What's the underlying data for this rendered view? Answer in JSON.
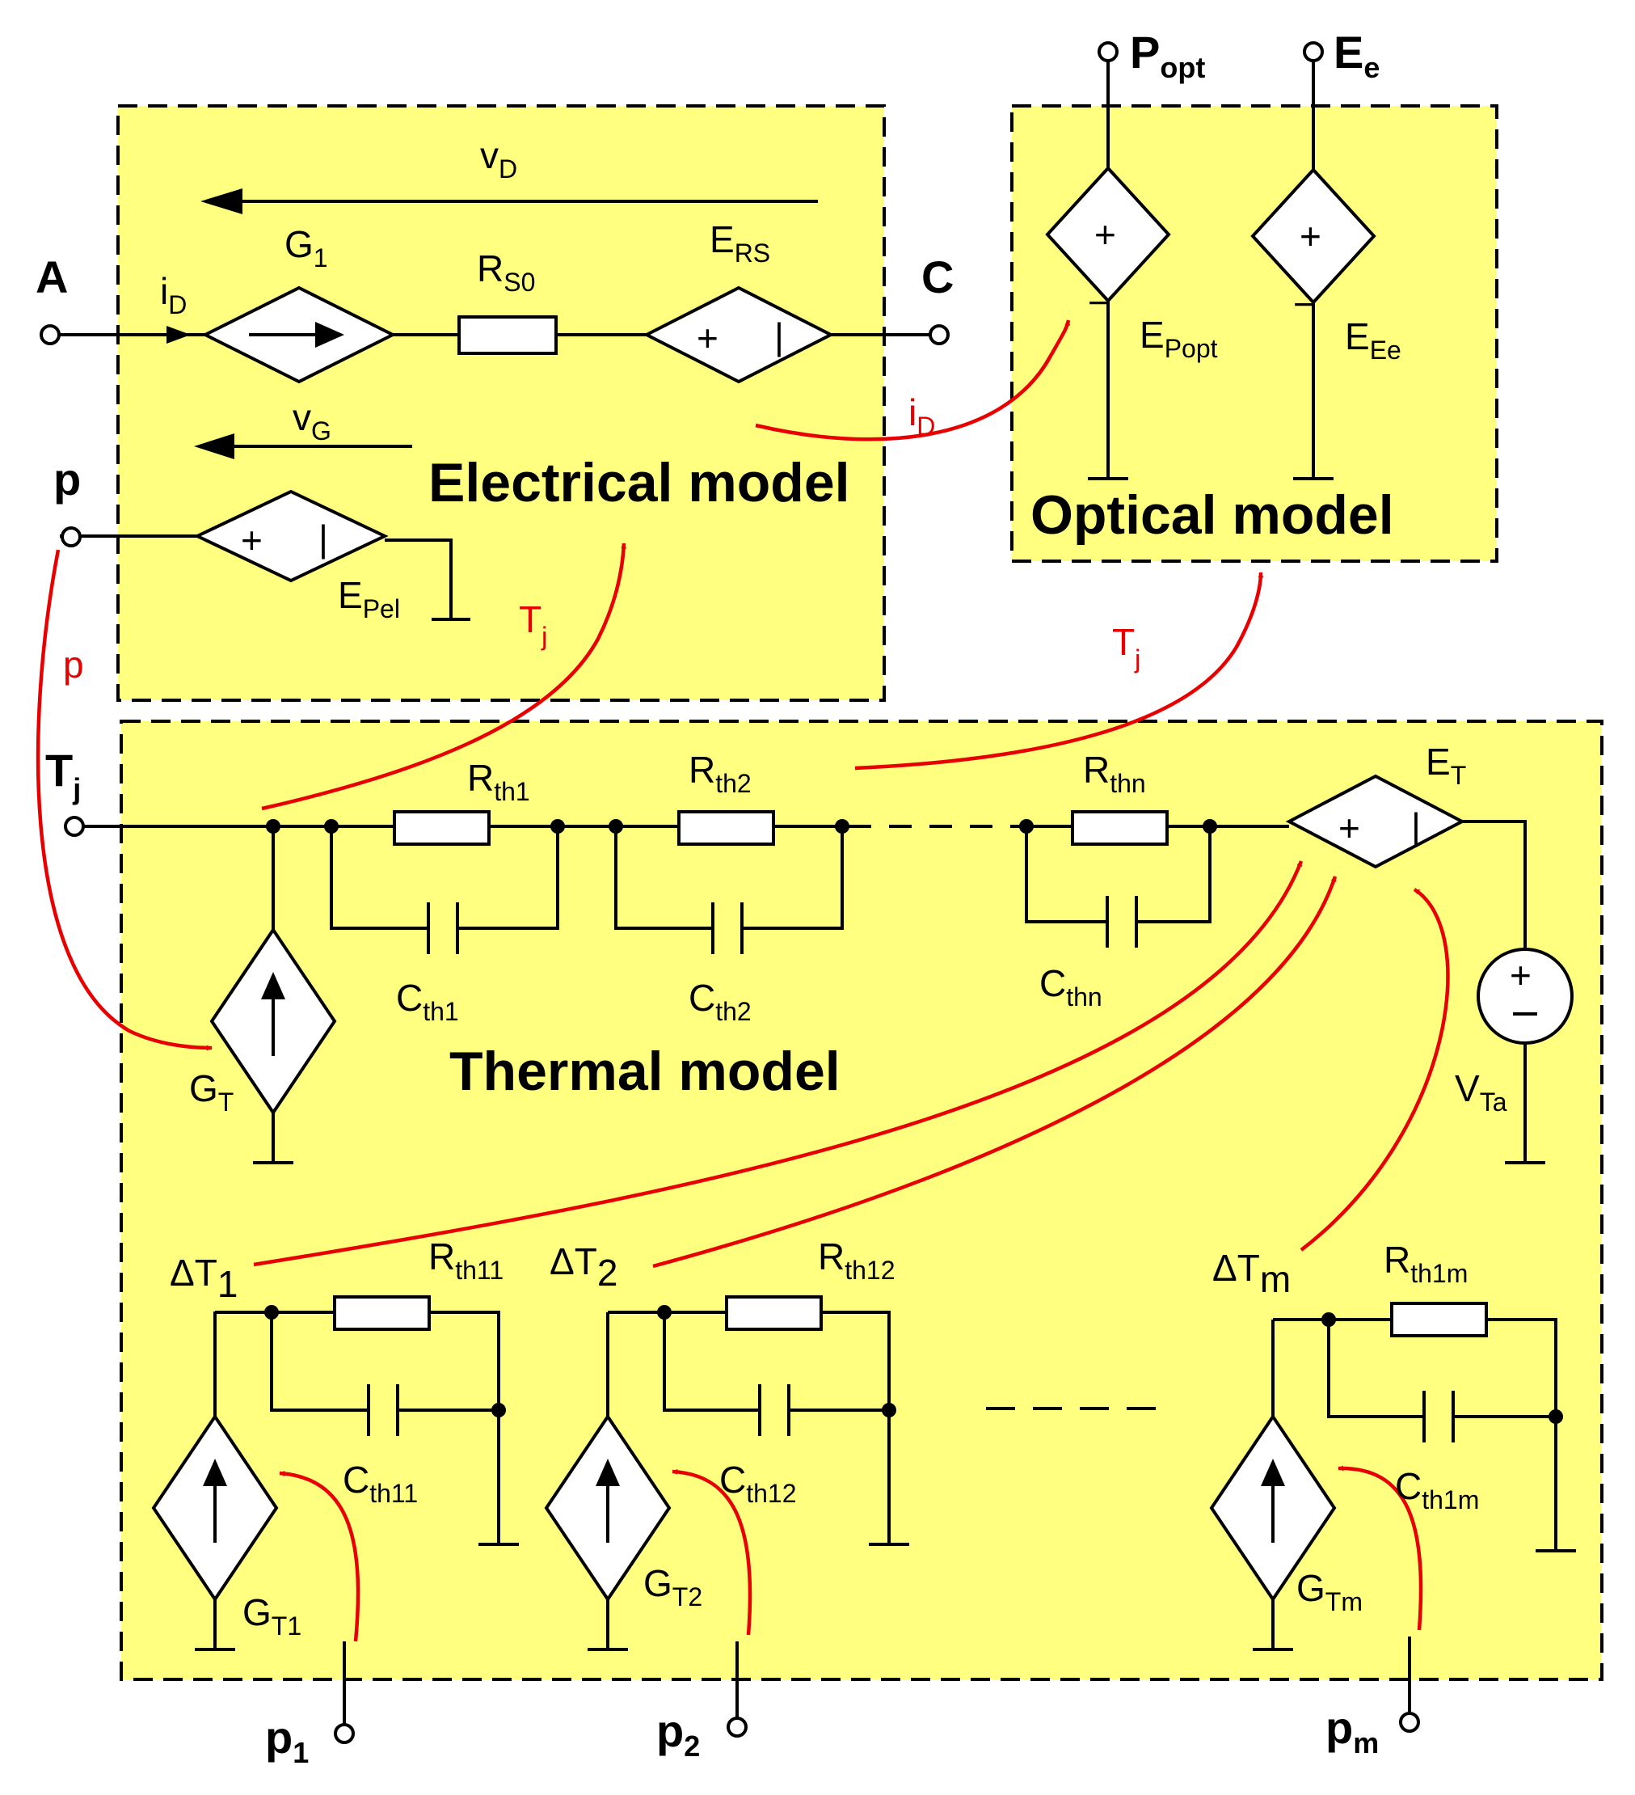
{
  "colors": {
    "block_fill": "#ffff80",
    "wire": "#000000",
    "signal": "#e80000",
    "component_fill": "#ffffff"
  },
  "blocks": {
    "electrical": "Electrical model",
    "optical": "Optical model",
    "thermal": "Thermal model"
  },
  "terminals": {
    "A": "A",
    "C": "C",
    "p": "p",
    "Tj_T": "T",
    "Tj_j": "j",
    "Popt_P": "P",
    "Popt_sub": "opt",
    "Ee_E": "E",
    "Ee_sub": "e",
    "p1_p": "p",
    "p1_sub": "1",
    "p2_p": "p",
    "p2_sub": "2",
    "pm_p": "p",
    "pm_sub": "m"
  },
  "electrical": {
    "vD": "v",
    "vD_sub": "D",
    "G1": "G",
    "G1_sub": "1",
    "RS0": "R",
    "RS0_sub": "S0",
    "ERS": "E",
    "ERS_sub": "RS",
    "iD": "i",
    "iD_sub": "D",
    "vG": "v",
    "vG_sub": "G",
    "EPel": "E",
    "EPel_sub": "Pel",
    "plus": "+",
    "minus": "|"
  },
  "optical": {
    "EPopt": "E",
    "EPopt_sub": "Popt",
    "EEe": "E",
    "EEe_sub": "Ee",
    "plus": "+",
    "minus": "−"
  },
  "thermal": {
    "Rth1": "R",
    "Rth1_sub": "th1",
    "Rth2": "R",
    "Rth2_sub": "th2",
    "Rthn": "R",
    "Rthn_sub": "thn",
    "Cth1": "C",
    "Cth1_sub": "th1",
    "Cth2": "C",
    "Cth2_sub": "th2",
    "Cthn": "C",
    "Cthn_sub": "thn",
    "ET": "E",
    "ET_sub": "T",
    "GT": "G",
    "GT_sub": "T",
    "VTa": "V",
    "VTa_sub": "Ta",
    "dT1": "ΔT",
    "dT1_sub": "1",
    "dT2": "ΔT",
    "dT2_sub": "2",
    "dTm": "ΔT",
    "dTm_sub": "m",
    "Rth11": "R",
    "Rth11_sub": "th11",
    "Rth12": "R",
    "Rth12_sub": "th12",
    "Rth1m": "R",
    "Rth1m_sub": "th1m",
    "Cth11": "C",
    "Cth11_sub": "th11",
    "Cth12": "C",
    "Cth12_sub": "th12",
    "Cth1m": "C",
    "Cth1m_sub": "th1m",
    "GT1": "G",
    "GT1_sub": "T1",
    "GT2": "G",
    "GT2_sub": "T2",
    "GTm": "G",
    "GTm_sub": "Tm",
    "plus": "+",
    "minus": "|"
  },
  "signals": {
    "iD": "i",
    "iD_sub": "D",
    "Tj1": "T",
    "Tj1_sub": "j",
    "Tj2": "T",
    "Tj2_sub": "j",
    "p": "p"
  }
}
